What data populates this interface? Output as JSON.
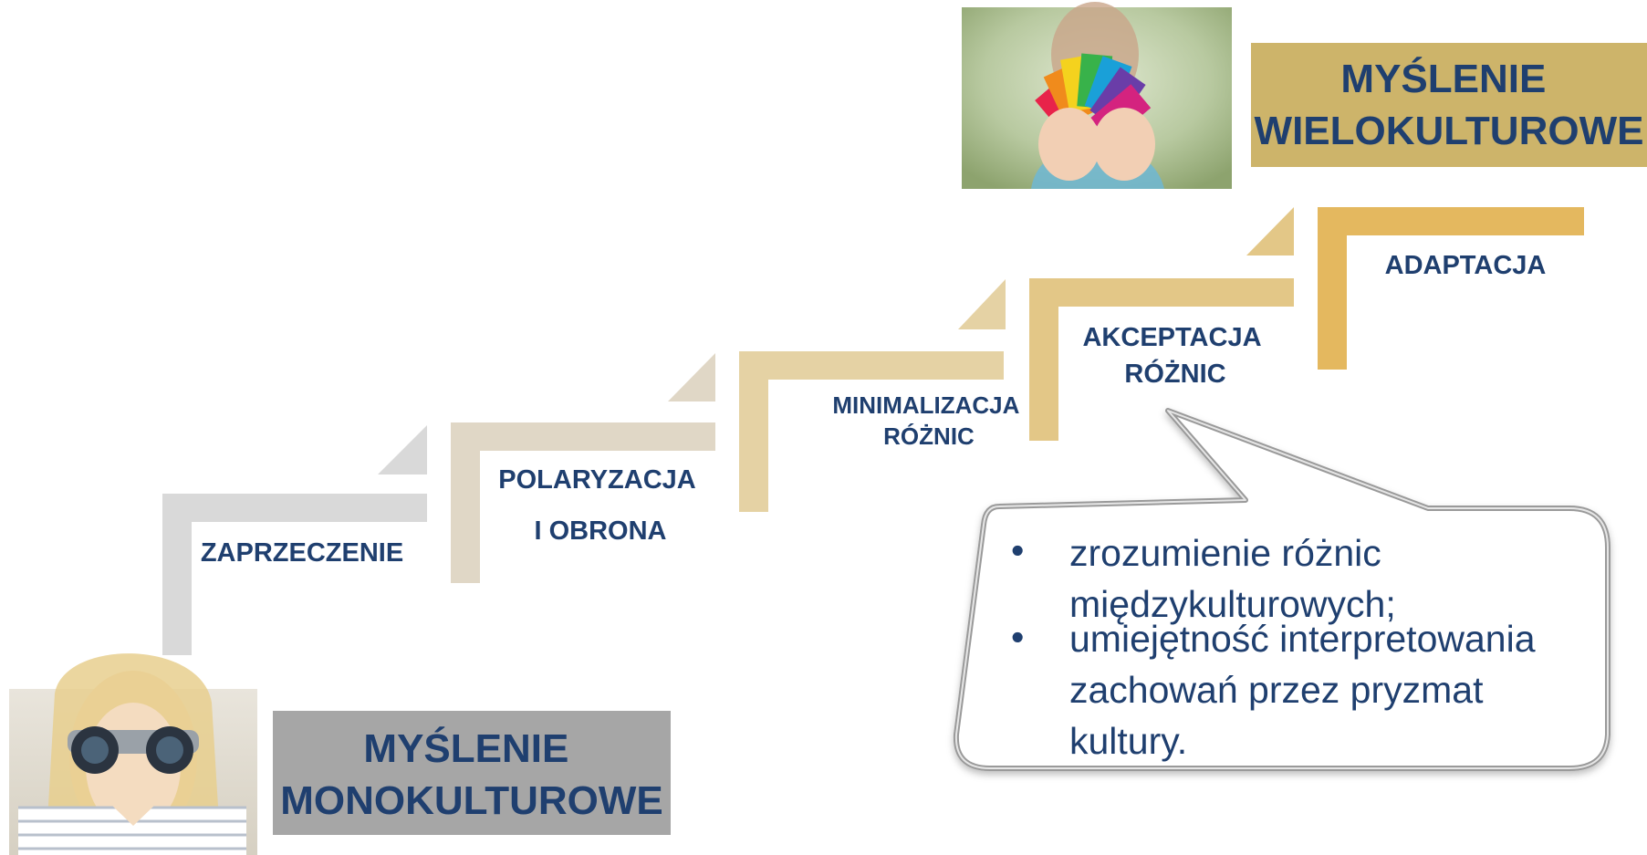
{
  "steps": [
    {
      "label_lines": [
        "ZAPRZECZENIE"
      ],
      "color": "#d9d9d9"
    },
    {
      "label_lines": [
        "POLARYZACJA",
        "I OBRONA"
      ],
      "color": "#e0d7c6"
    },
    {
      "label_lines": [
        "MINIMALIZACJA",
        "RÓŻNIC"
      ],
      "color": "#e5d2a4"
    },
    {
      "label_lines": [
        "AKCEPTACJA",
        "RÓŻNIC"
      ],
      "color": "#e3c787"
    },
    {
      "label_lines": [
        "ADAPTACJA"
      ],
      "color": "#e4b85f"
    }
  ],
  "mono_box": {
    "lines": [
      "MYŚLENIE",
      "MONOKULTUROWE"
    ],
    "color": "#a6a6a6"
  },
  "multi_box": {
    "lines": [
      "MYŚLENIE",
      "WIELOKULTUROWE"
    ],
    "color": "#cdb46a"
  },
  "callout": {
    "bullet": "•",
    "items": [
      {
        "lines": [
          " zrozumienie różnic",
          "międzykulturowych;"
        ]
      },
      {
        "lines": [
          "umiejętność interpretowania",
          "zachowań przez pryzmat",
          "kultury."
        ]
      }
    ]
  },
  "colors": {
    "text": "#1f3f6f"
  },
  "icons": {
    "binoculars_photo": "woman-with-binoculars-photo",
    "color_cards_photo": "hands-holding-color-cards-photo"
  }
}
